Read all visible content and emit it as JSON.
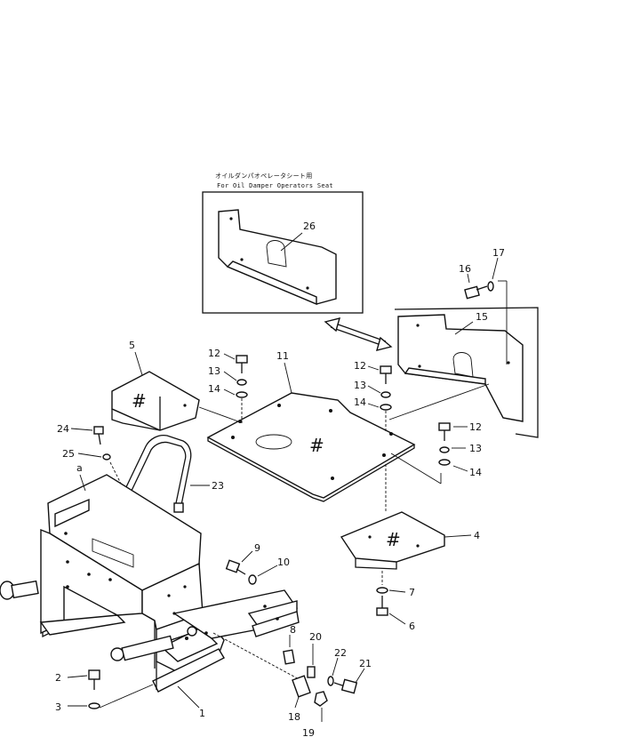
{
  "inset": {
    "title_jp": "オイルダンパオペレータシート用",
    "title_en": "For Oil Damper Operators Seat"
  },
  "hash_mark": "#",
  "ref_letter": "a",
  "callouts": {
    "c1": "1",
    "c2": "2",
    "c3": "3",
    "c4": "4",
    "c5": "5",
    "c6": "6",
    "c7": "7",
    "c8": "8",
    "c9": "9",
    "c10": "10",
    "c11": "11",
    "c12a": "12",
    "c12b": "12",
    "c12c": "12",
    "c13a": "13",
    "c13b": "13",
    "c13c": "13",
    "c14a": "14",
    "c14b": "14",
    "c14c": "14",
    "c15": "15",
    "c16": "16",
    "c17": "17",
    "c18": "18",
    "c19": "19",
    "c20": "20",
    "c21": "21",
    "c22": "22",
    "c23": "23",
    "c24": "24",
    "c25": "25",
    "c26": "26"
  }
}
